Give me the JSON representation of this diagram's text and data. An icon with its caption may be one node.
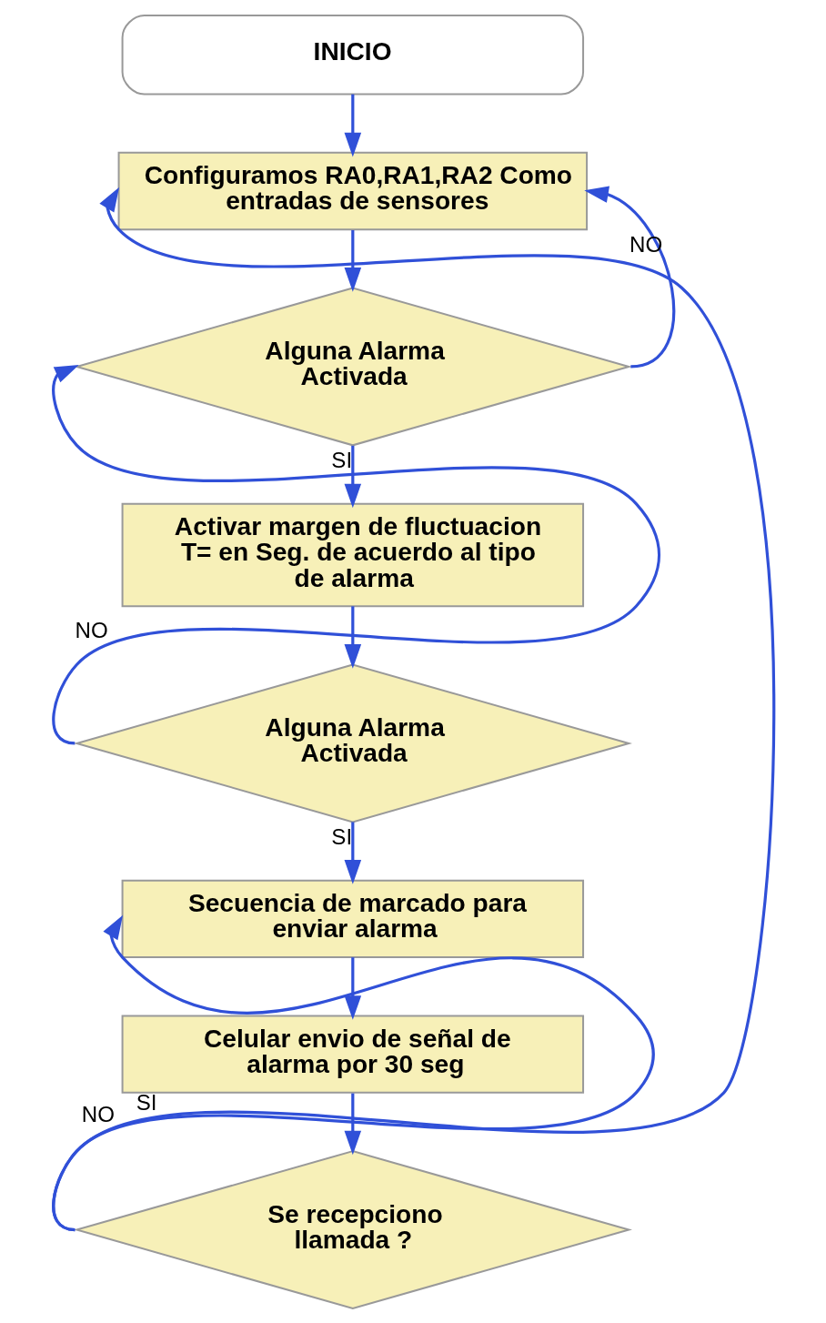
{
  "diagram": {
    "nodes": [
      {
        "text": [
          "INICIO"
        ]
      },
      {
        "text": [
          "Configuramos RA0,RA1,RA2 Como entradas de sensores"
        ]
      },
      {
        "text": [
          "Alguna Alarma Activada"
        ]
      },
      {
        "text": [
          "Activar margen de fluctuacion T= en Seg. de acuerdo al tipo de alarma"
        ]
      },
      {
        "text": [
          "Alguna Alarma Activada"
        ]
      },
      {
        "text": [
          "Secuencia de marcado para enviar alarma"
        ]
      },
      {
        "text": [
          "Celular envio de señal de alarma por 30 seg"
        ]
      },
      {
        "text": [
          "Se recepciono llamada ?"
        ]
      }
    ],
    "edges": [
      {
        "from": 0,
        "to": 1,
        "arrow": "to"
      },
      {
        "from": 1,
        "to": 2,
        "arrow": "to"
      },
      {
        "from": 2,
        "to": 1,
        "arrow": "to",
        "label": "NO"
      },
      {
        "from": 2,
        "to": 3,
        "arrow": "to",
        "label": "SI"
      },
      {
        "from": 3,
        "to": 4,
        "arrow": "to"
      },
      {
        "from": 4,
        "to": 2,
        "arrow": "to",
        "label": "NO"
      },
      {
        "from": 4,
        "to": 5,
        "arrow": "to",
        "label": "SI"
      },
      {
        "from": 5,
        "to": 6,
        "arrow": "to"
      },
      {
        "from": 6,
        "to": 7,
        "arrow": "to"
      },
      {
        "from": 7,
        "to": 5,
        "arrow": "to",
        "label": "NO"
      },
      {
        "from": 7,
        "to": 1,
        "arrow": "to",
        "label": "SI"
      }
    ]
  }
}
